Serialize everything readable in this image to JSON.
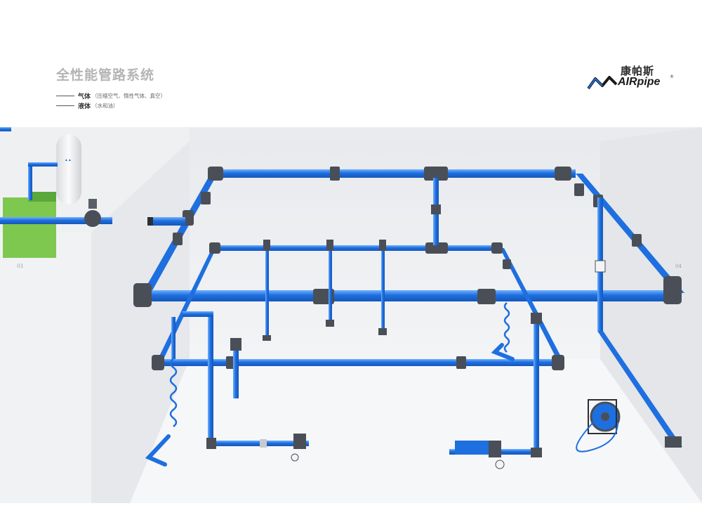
{
  "header": {
    "title": "全性能管路系统",
    "legend": [
      {
        "main": "气体",
        "note": "（压缩空气、惰性气体、真空）"
      },
      {
        "main": "液体",
        "note": "（水和油）"
      }
    ]
  },
  "logo": {
    "cn": "康帕斯",
    "en": "AIRpipe",
    "reg": "®"
  },
  "scene": {
    "wall_labels": [
      "03",
      "04"
    ],
    "colors": {
      "pipe": "#1e6fe0",
      "pipe_highlight": "#5aa2ff",
      "fitting": "#4a4f57",
      "wall": "#eef0f2",
      "floor": "#f7f8f9",
      "machine": "#7ec850"
    }
  }
}
